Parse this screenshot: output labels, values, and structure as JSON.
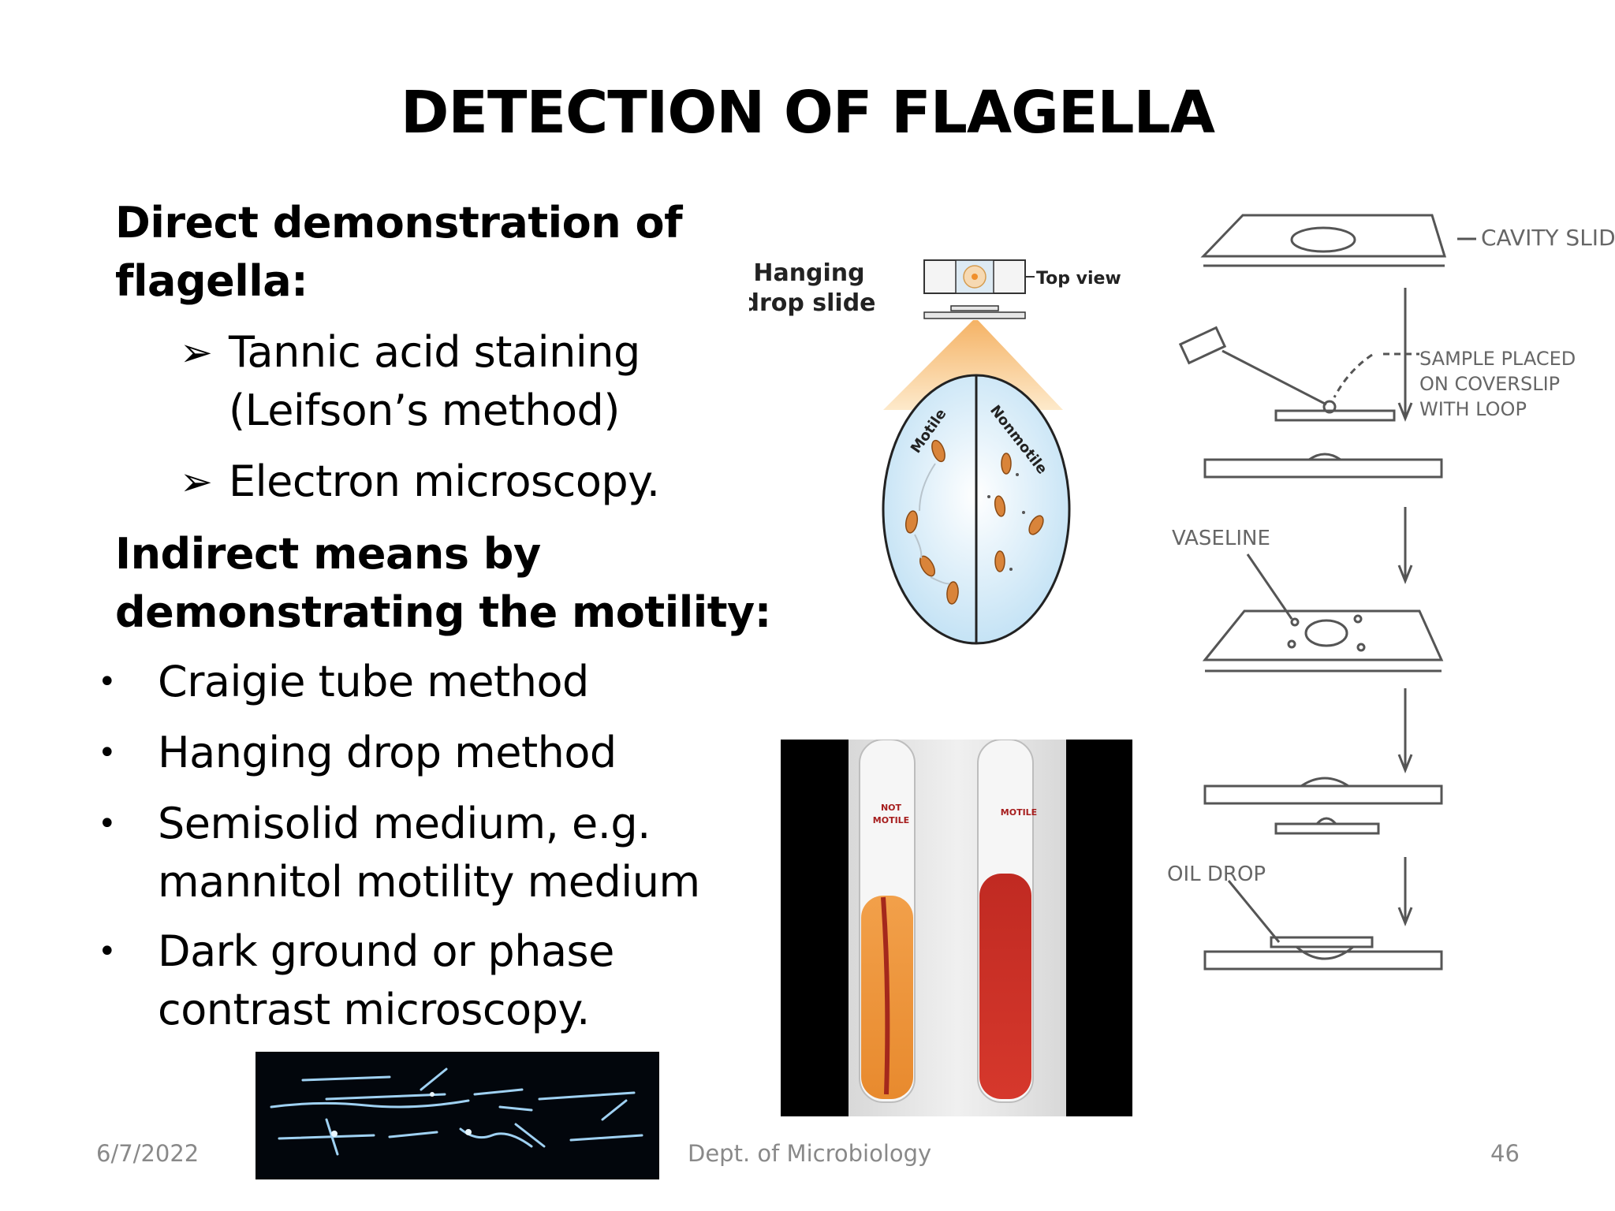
{
  "slide": {
    "title": "DETECTION OF FLAGELLA",
    "direct_heading_line1": "Direct demonstration of",
    "direct_heading_line2": "flagella:",
    "direct_items": [
      {
        "line1": "Tannic acid staining",
        "line2": "(Leifson’s method)"
      },
      {
        "line1": "Electron microscopy.",
        "line2": ""
      }
    ],
    "indirect_heading_line1": "Indirect means by",
    "indirect_heading_line2": "demonstrating the motility:",
    "indirect_items": [
      {
        "line1": "Craigie tube method",
        "line2": ""
      },
      {
        "line1": "Hanging drop method",
        "line2": ""
      },
      {
        "line1": "Semisolid medium, e.g.",
        "line2": "mannitol motility medium"
      },
      {
        "line1": "Dark ground or phase",
        "line2": "contrast microscopy."
      }
    ],
    "arrow_glyph": "➢",
    "bullet_glyph": "•"
  },
  "figures": {
    "hanging_drop": {
      "label_line1": "Hanging",
      "label_line2": "drop slide",
      "top_view": "Top view",
      "motile": "Motile",
      "nonmotile": "Nonmotile"
    },
    "tubes": {
      "left_label_line1": "NOT",
      "left_label_line2": "MOTILE",
      "right_label": "MOTILE"
    },
    "procedure": {
      "cavity_slide": "CAVITY SLIDE",
      "sample_line1": "SAMPLE PLACED",
      "sample_line2": "ON COVERSLIP",
      "sample_line3": "WITH LOOP",
      "vaseline": "VASELINE",
      "oil_drop": "OIL DROP"
    }
  },
  "footer": {
    "date": "6/7/2022",
    "dept": "Dept. of Microbiology",
    "page": "46"
  }
}
